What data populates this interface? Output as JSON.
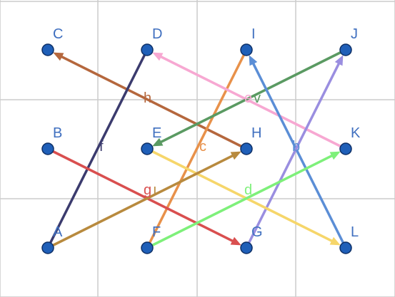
{
  "grid": {
    "color": "#cccccc"
  },
  "points": [
    {
      "name": "C",
      "col": 0,
      "row": 0
    },
    {
      "name": "D",
      "col": 1,
      "row": 0
    },
    {
      "name": "I",
      "col": 2,
      "row": 0
    },
    {
      "name": "J",
      "col": 3,
      "row": 0
    },
    {
      "name": "B",
      "col": 0,
      "row": 1
    },
    {
      "name": "E",
      "col": 1,
      "row": 1
    },
    {
      "name": "H",
      "col": 2,
      "row": 1
    },
    {
      "name": "K",
      "col": 3,
      "row": 1
    },
    {
      "name": "A",
      "col": 0,
      "row": 2
    },
    {
      "name": "F",
      "col": 1,
      "row": 2
    },
    {
      "name": "G",
      "col": 2,
      "row": 2
    },
    {
      "name": "L",
      "col": 3,
      "row": 2
    }
  ],
  "point_style": {
    "fill": "#1f5fb8",
    "stroke": "#0d2f66"
  },
  "segments": [
    {
      "label": "h",
      "from": "H",
      "to": "C",
      "color": "#b5673d",
      "arrow": true
    },
    {
      "label": "f",
      "from": "A",
      "to": "D",
      "color": "#3b3b6e",
      "arrow": false
    },
    {
      "label": "c",
      "from": "F",
      "to": "I",
      "color": "#e8914a",
      "arrow": false
    },
    {
      "label": "e",
      "from": "K",
      "to": "D",
      "color": "#f7a8d2",
      "arrow": true
    },
    {
      "label": "v",
      "from": "J",
      "to": "E",
      "color": "#5a9a62",
      "arrow": true
    },
    {
      "label": "b",
      "from": "L",
      "to": "I",
      "color": "#5b8ed6",
      "arrow": true
    },
    {
      "label": "",
      "from": "G",
      "to": "J",
      "color": "#9a8ee0",
      "arrow": true
    },
    {
      "label": "",
      "from": "E",
      "to": "L",
      "color": "#f6d66a",
      "arrow": true
    },
    {
      "label": "g",
      "from": "B",
      "to": "G",
      "color": "#d94f4f",
      "arrow": true
    },
    {
      "label": "ı",
      "from": "A",
      "to": "H",
      "color": "#b88a3e",
      "arrow": true
    },
    {
      "label": "d",
      "from": "F",
      "to": "K",
      "color": "#7ef07a",
      "arrow": true
    }
  ]
}
